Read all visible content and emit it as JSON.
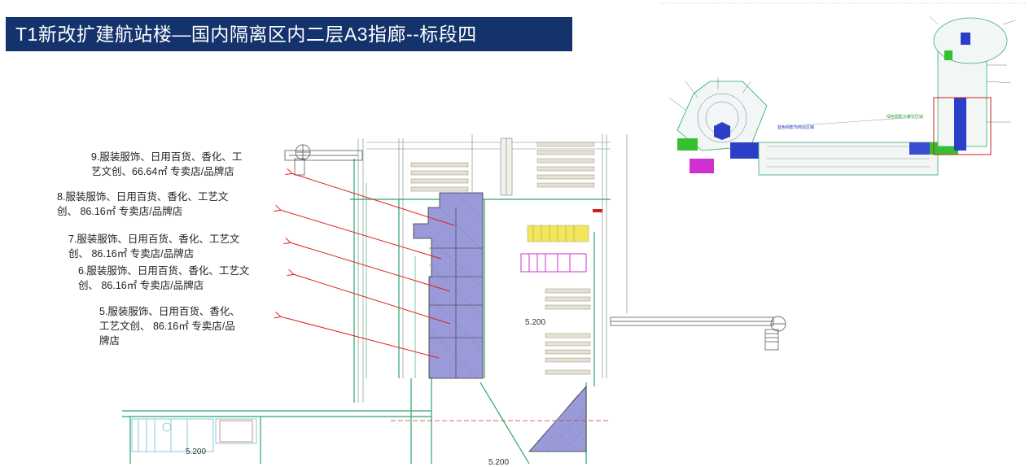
{
  "title": "T1新改扩建航站楼—国内隔离区内二层A3指廊--标段四",
  "annotations": [
    {
      "line1": "9.服装服饰、日用百货、香化、工",
      "line2": "艺文创、66.64㎡ 专卖店/品牌店"
    },
    {
      "line1": "8.服装服饰、日用百货、香化、工艺文",
      "line2": "创、 86.16㎡ 专卖店/品牌店"
    },
    {
      "line1": "7.服装服饰、日用百货、香化、工艺文",
      "line2": "创、 86.16㎡ 专卖店/品牌店"
    },
    {
      "line1": "6.服装服饰、日用百货、香化、工艺文",
      "line2": "创、 86.16㎡ 专卖店/品牌店"
    },
    {
      "line1": "5.服装服饰、日用百货、香化、",
      "line2": "工艺文创、 86.16㎡ 专卖店/品",
      "line3": "牌店"
    }
  ],
  "plan": {
    "elev_main": "5.200",
    "elev_left": "5.200",
    "elev_bottom": "5.200"
  },
  "keymap": {
    "note_blue": "蓝色阴影为商业区域",
    "note_green": "绿色阴影为餐饮区域"
  },
  "colors": {
    "title_bg": "#14326b",
    "shop_fill": "#9a9ad8",
    "arrow": "#e02020",
    "wall": "#2aa56a",
    "magenta": "#cc33cc"
  }
}
